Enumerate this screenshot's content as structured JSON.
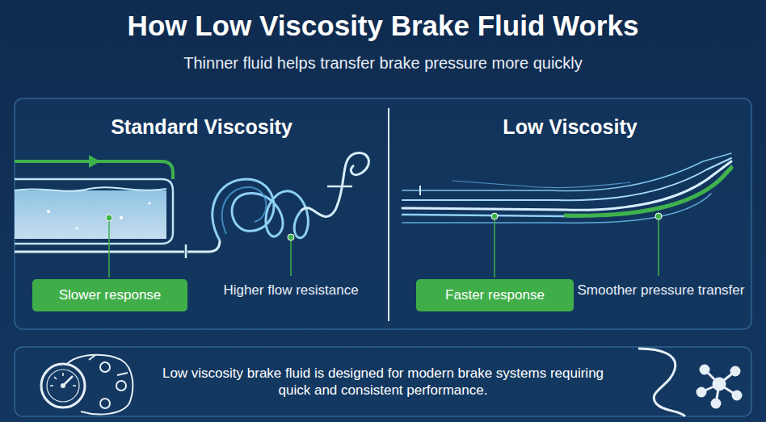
{
  "diagram": {
    "title": "How Low Viscosity Brake Fluid Works",
    "nodes": [
      {
        "text": [
          "Standard Viscosity"
        ]
      },
      {
        "text": [
          "Slower response"
        ],
        "in": 0
      },
      {
        "text": [
          "Low Viscosity"
        ]
      },
      {
        "text": [
          "Faster response"
        ],
        "in": 2
      },
      {
        "text": [
          "Low viscosity brake fluid is designed for modern brake systems requiring quick and consistent performance."
        ]
      }
    ],
    "labels": [
      "Thinner fluid helps transfer brake pressure more quickly",
      "Higher flow resistance",
      "Smoother pressure transfer"
    ]
  }
}
